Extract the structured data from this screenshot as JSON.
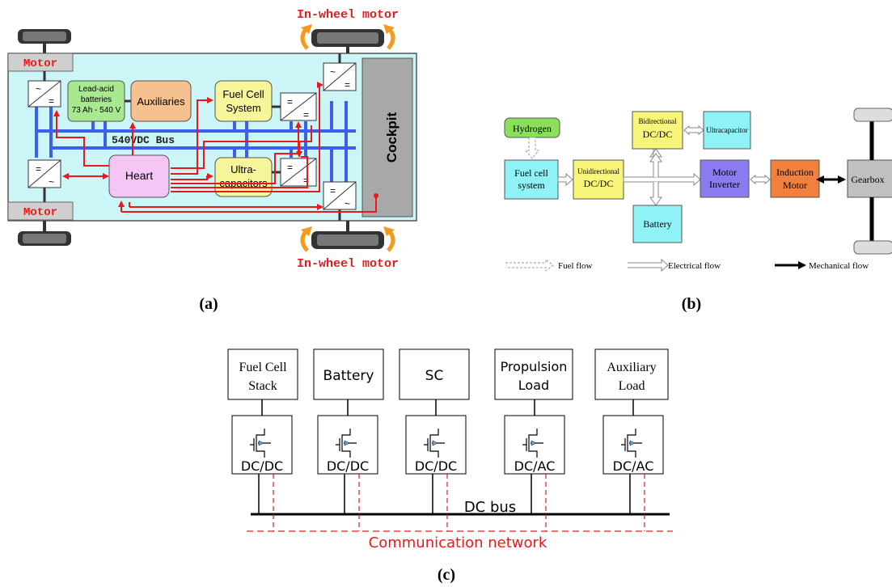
{
  "panel_a": {
    "caption": "(a)",
    "in_wheel_motor_top": "In-wheel motor",
    "in_wheel_motor_bottom": "In-wheel motor",
    "motor_top": "Motor",
    "motor_bottom": "Motor",
    "battery_line1": "Lead-acid",
    "battery_line2": "batteries",
    "battery_line3": "73 Ah - 540 V",
    "auxiliaries": "Auxiliaries",
    "fuel_cell_line1": "Fuel Cell",
    "fuel_cell_line2": "System",
    "ultra_line1": "Ultra-",
    "ultra_line2": "capacitors",
    "heart": "Heart",
    "bus_label": "540VDC Bus",
    "cockpit": "Cockpit",
    "converter_ac": "~",
    "converter_dc": "=",
    "colors": {
      "body": "#ccf5f7",
      "battery": "#a8e88f",
      "auxiliaries": "#f5c18f",
      "fuel_cell": "#f7f59a",
      "heart": "#f5c6f5",
      "bus": "#3c5ff0",
      "signal": "#e8191c",
      "cockpit": "#a8a8a8",
      "motor_label": "#e8191c",
      "arrow": "#f59a1c"
    }
  },
  "panel_b": {
    "caption": "(b)",
    "hydrogen": "Hydrogen",
    "fuel_cell_line1": "Fuel cell",
    "fuel_cell_line2": "system",
    "uni_line1": "Unidirectional",
    "uni_line2": "DC/DC",
    "bi_line1": "Bidirectional",
    "bi_line2": "DC/DC",
    "ultracapacitor": "Ultracapacitor",
    "battery": "Battery",
    "motor_inv_line1": "Motor",
    "motor_inv_line2": "Inverter",
    "induction_line1": "Induction",
    "induction_line2": "Motor",
    "gearbox": "Gearbox",
    "legend_fuel": "Fuel flow",
    "legend_electrical": "Electrical flow",
    "legend_mechanical": "Mechanical flow",
    "colors": {
      "hydrogen": "#8be05a",
      "cyan": "#8ff2f7",
      "yellow": "#f7f57a",
      "motor_inverter": "#8a7cf0",
      "induction": "#f0803c",
      "gearbox": "#c0c0c0"
    }
  },
  "panel_c": {
    "caption": "(c)",
    "boxes": [
      {
        "line1": "Fuel Cell",
        "line2": "Stack",
        "converter": "DC/DC"
      },
      {
        "line1": "Battery",
        "line2": "",
        "converter": "DC/DC"
      },
      {
        "line1": "SC",
        "line2": "",
        "converter": "DC/DC"
      },
      {
        "line1": "Propulsion",
        "line2": "Load",
        "converter": "DC/AC"
      },
      {
        "line1": "Auxiliary",
        "line2": "Load",
        "converter": "DC/AC"
      }
    ],
    "dc_bus": "DC bus",
    "network": "Communication network",
    "colors": {
      "network": "#e8191c"
    }
  }
}
